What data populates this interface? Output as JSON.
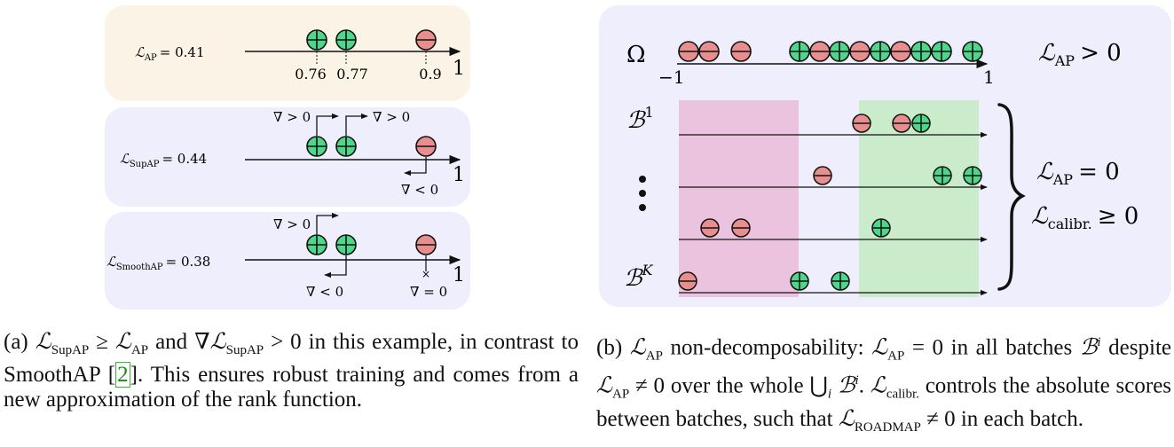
{
  "panel_a": {
    "rows": [
      {
        "loss_label": "ℒ",
        "loss_sub": "AP",
        "loss_value": "= 0.41",
        "tick_labels": [
          "0.76",
          "0.77",
          "0.9"
        ],
        "axis_end": "1"
      },
      {
        "loss_label": "ℒ",
        "loss_sub": "SupAP",
        "loss_value": "= 0.44",
        "grad_labels": [
          "∇ > 0",
          "∇ > 0",
          "∇ < 0"
        ],
        "axis_end": "1"
      },
      {
        "loss_label": "ℒ",
        "loss_sub": "SmoothAP",
        "loss_value": "= 0.38",
        "grad_labels": [
          "∇ > 0",
          "∇ < 0",
          "∇ = 0"
        ],
        "axis_end": "1"
      }
    ]
  },
  "panel_b": {
    "omega_label": "Ω",
    "axis_start": "−1",
    "axis_end": "1",
    "loss_gt": "ℒ",
    "loss_gt_sub": "AP",
    "loss_gt_rel": "> 0",
    "batch_first": "ℬ",
    "batch_first_sup": "1",
    "batch_last": "ℬ",
    "batch_last_sup": "K",
    "eq_loss": "ℒ",
    "eq_loss_sub": "AP",
    "eq_loss_rel": "= 0",
    "calib_loss": "ℒ",
    "calib_loss_sub": "calibr.",
    "calib_loss_rel": "≥ 0"
  },
  "captions": {
    "a": {
      "part1": "(a) ",
      "part2": " and ∇",
      "part3": " in this example, in contrast to SmoothAP [",
      "ref": "2",
      "part4": "]. This ensures robust training and comes from a new approximation of the rank function."
    },
    "b": {
      "part1": "(b) ",
      "part2": " non-decomposability: ",
      "part3": " in all batches ",
      "part4": " despite ",
      "part5": " over the whole ⋃",
      "part6": ". ",
      "part7": " controls the absolute scores between batches, such that ",
      "part8": " in each batch."
    }
  },
  "colors": {
    "panel_a_row1_bg": "#fbf3e6",
    "panel_bg": "#eeeefc",
    "positive": "#4ed68a",
    "negative": "#e88e8e",
    "pink_region": "#ecc3de",
    "green_region": "#cbeccb"
  }
}
